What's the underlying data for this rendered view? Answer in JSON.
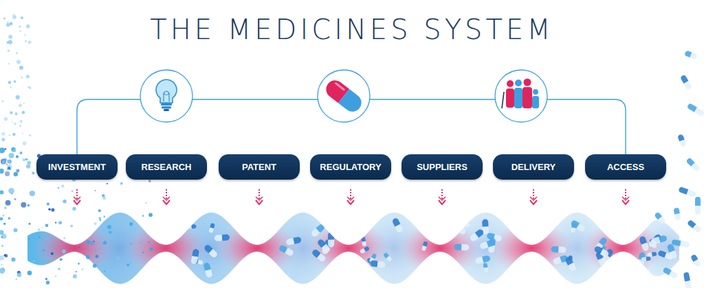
{
  "diagram": {
    "title": "THE MEDICINES SYSTEM",
    "nodes": [
      {
        "text": [
          "INVESTMENT"
        ]
      },
      {
        "text": [
          "RESEARCH"
        ]
      },
      {
        "text": [
          "PATENT"
        ]
      },
      {
        "text": [
          "REGULATORY"
        ]
      },
      {
        "text": [
          "SUPPLIERS"
        ]
      },
      {
        "text": [
          "DELIVERY"
        ]
      },
      {
        "text": [
          "ACCESS"
        ]
      }
    ],
    "edges": [
      {
        "from": 0,
        "to": 6,
        "arrow": "none"
      }
    ]
  }
}
